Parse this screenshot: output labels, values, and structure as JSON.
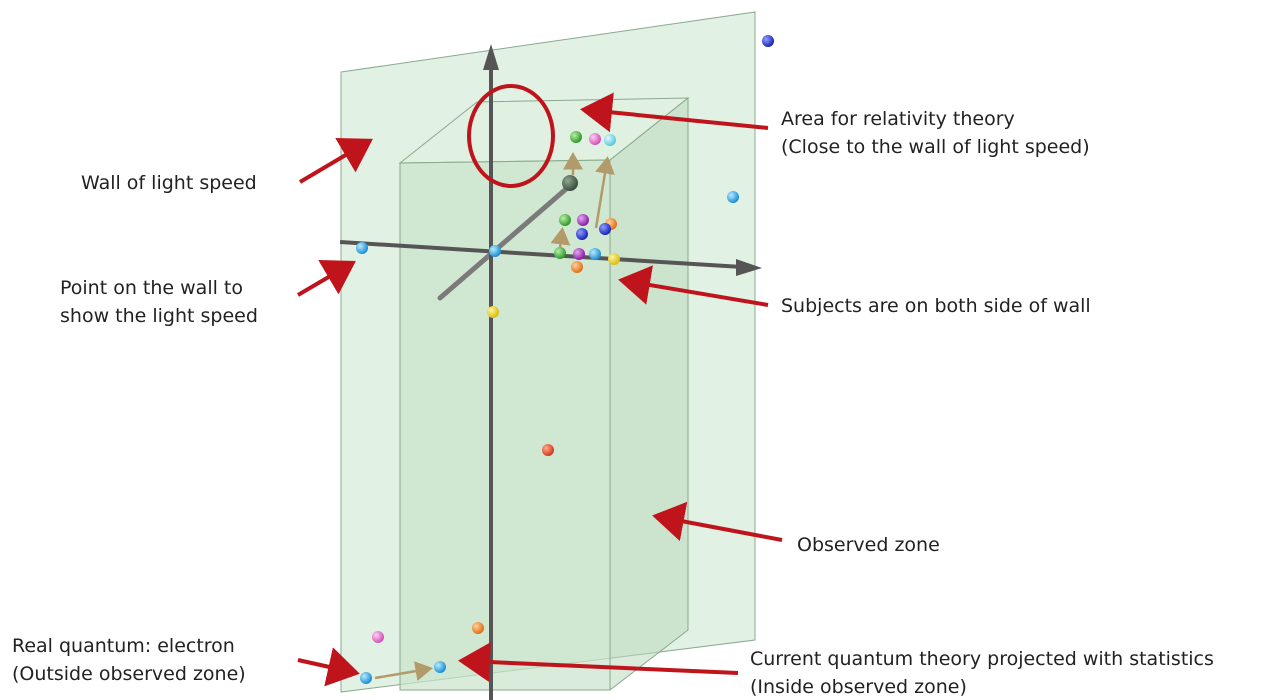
{
  "labels": {
    "wall": "Wall of light speed",
    "point_line1": "Point on the wall to",
    "point_line2": "show the light speed",
    "relativity_line1": "Area for relativity theory",
    "relativity_line2": "(Close to the wall of light speed)",
    "subjects": "Subjects are on both side of wall",
    "observed": "Observed zone",
    "real_line1": "Real quantum: electron",
    "real_line2": "(Outside observed zone)",
    "current_line1": "Current quantum theory projected with statistics",
    "current_line2": "(Inside observed zone)"
  },
  "colors": {
    "arrow": "#c0141c",
    "wall_fill": "#d7ecd9",
    "zone_fill": "#c9e3cb",
    "axis": "#555555"
  },
  "particle_colors": [
    "blue",
    "light-blue",
    "green",
    "pink",
    "purple",
    "orange",
    "yellow",
    "red"
  ]
}
